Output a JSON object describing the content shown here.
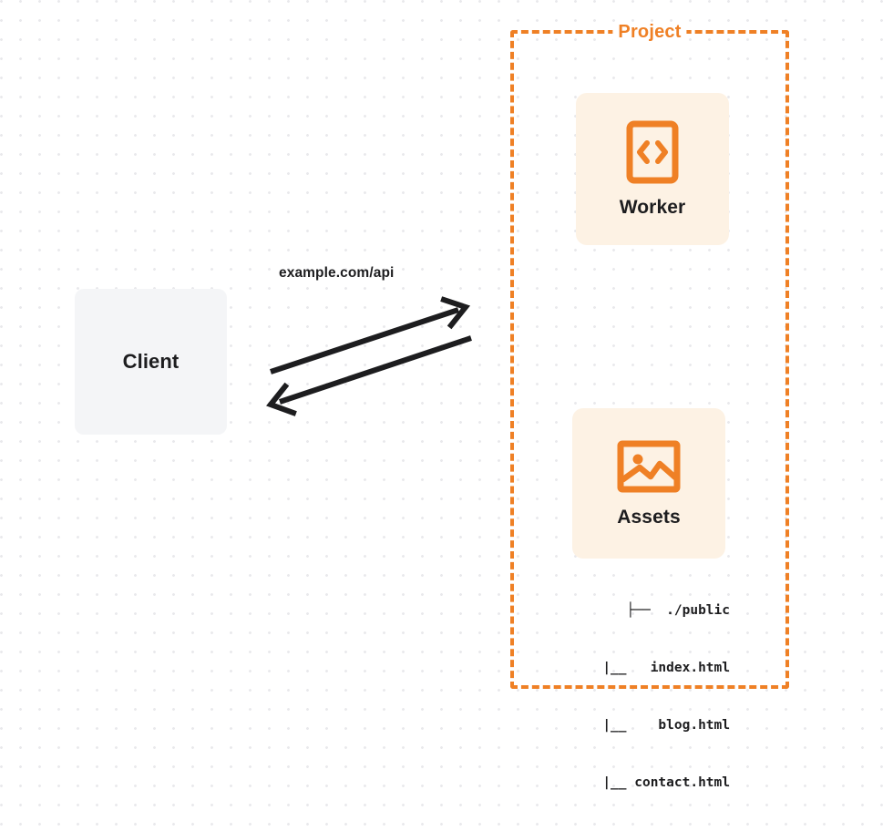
{
  "diagram": {
    "title": "Project",
    "colors": {
      "accent": "#ef8025",
      "card_fill": "#fdf2e4",
      "client_fill": "#f4f5f7",
      "text": "#1d1d1f",
      "arrow": "#1d1d1f",
      "grid_dot": "#e9e9ec",
      "background": "#ffffff"
    },
    "client": {
      "label": "Client"
    },
    "edge": {
      "label": "example.com/api",
      "direction": "bidirectional"
    },
    "project": {
      "label": "Project",
      "cards": [
        {
          "label": "Worker",
          "icon": "code-brackets-icon"
        },
        {
          "label": "Assets",
          "icon": "image-icon"
        }
      ],
      "file_tree": [
        {
          "connector": "├──",
          "name": "./public"
        },
        {
          "connector": "|__",
          "name": "index.html"
        },
        {
          "connector": "|__",
          "name": "blog.html"
        },
        {
          "connector": "|__",
          "name": "contact.html"
        }
      ],
      "file_tree_lines": [
        "├──  ./public",
        "|__   index.html",
        "|__    blog.html",
        "|__ contact.html"
      ]
    }
  }
}
